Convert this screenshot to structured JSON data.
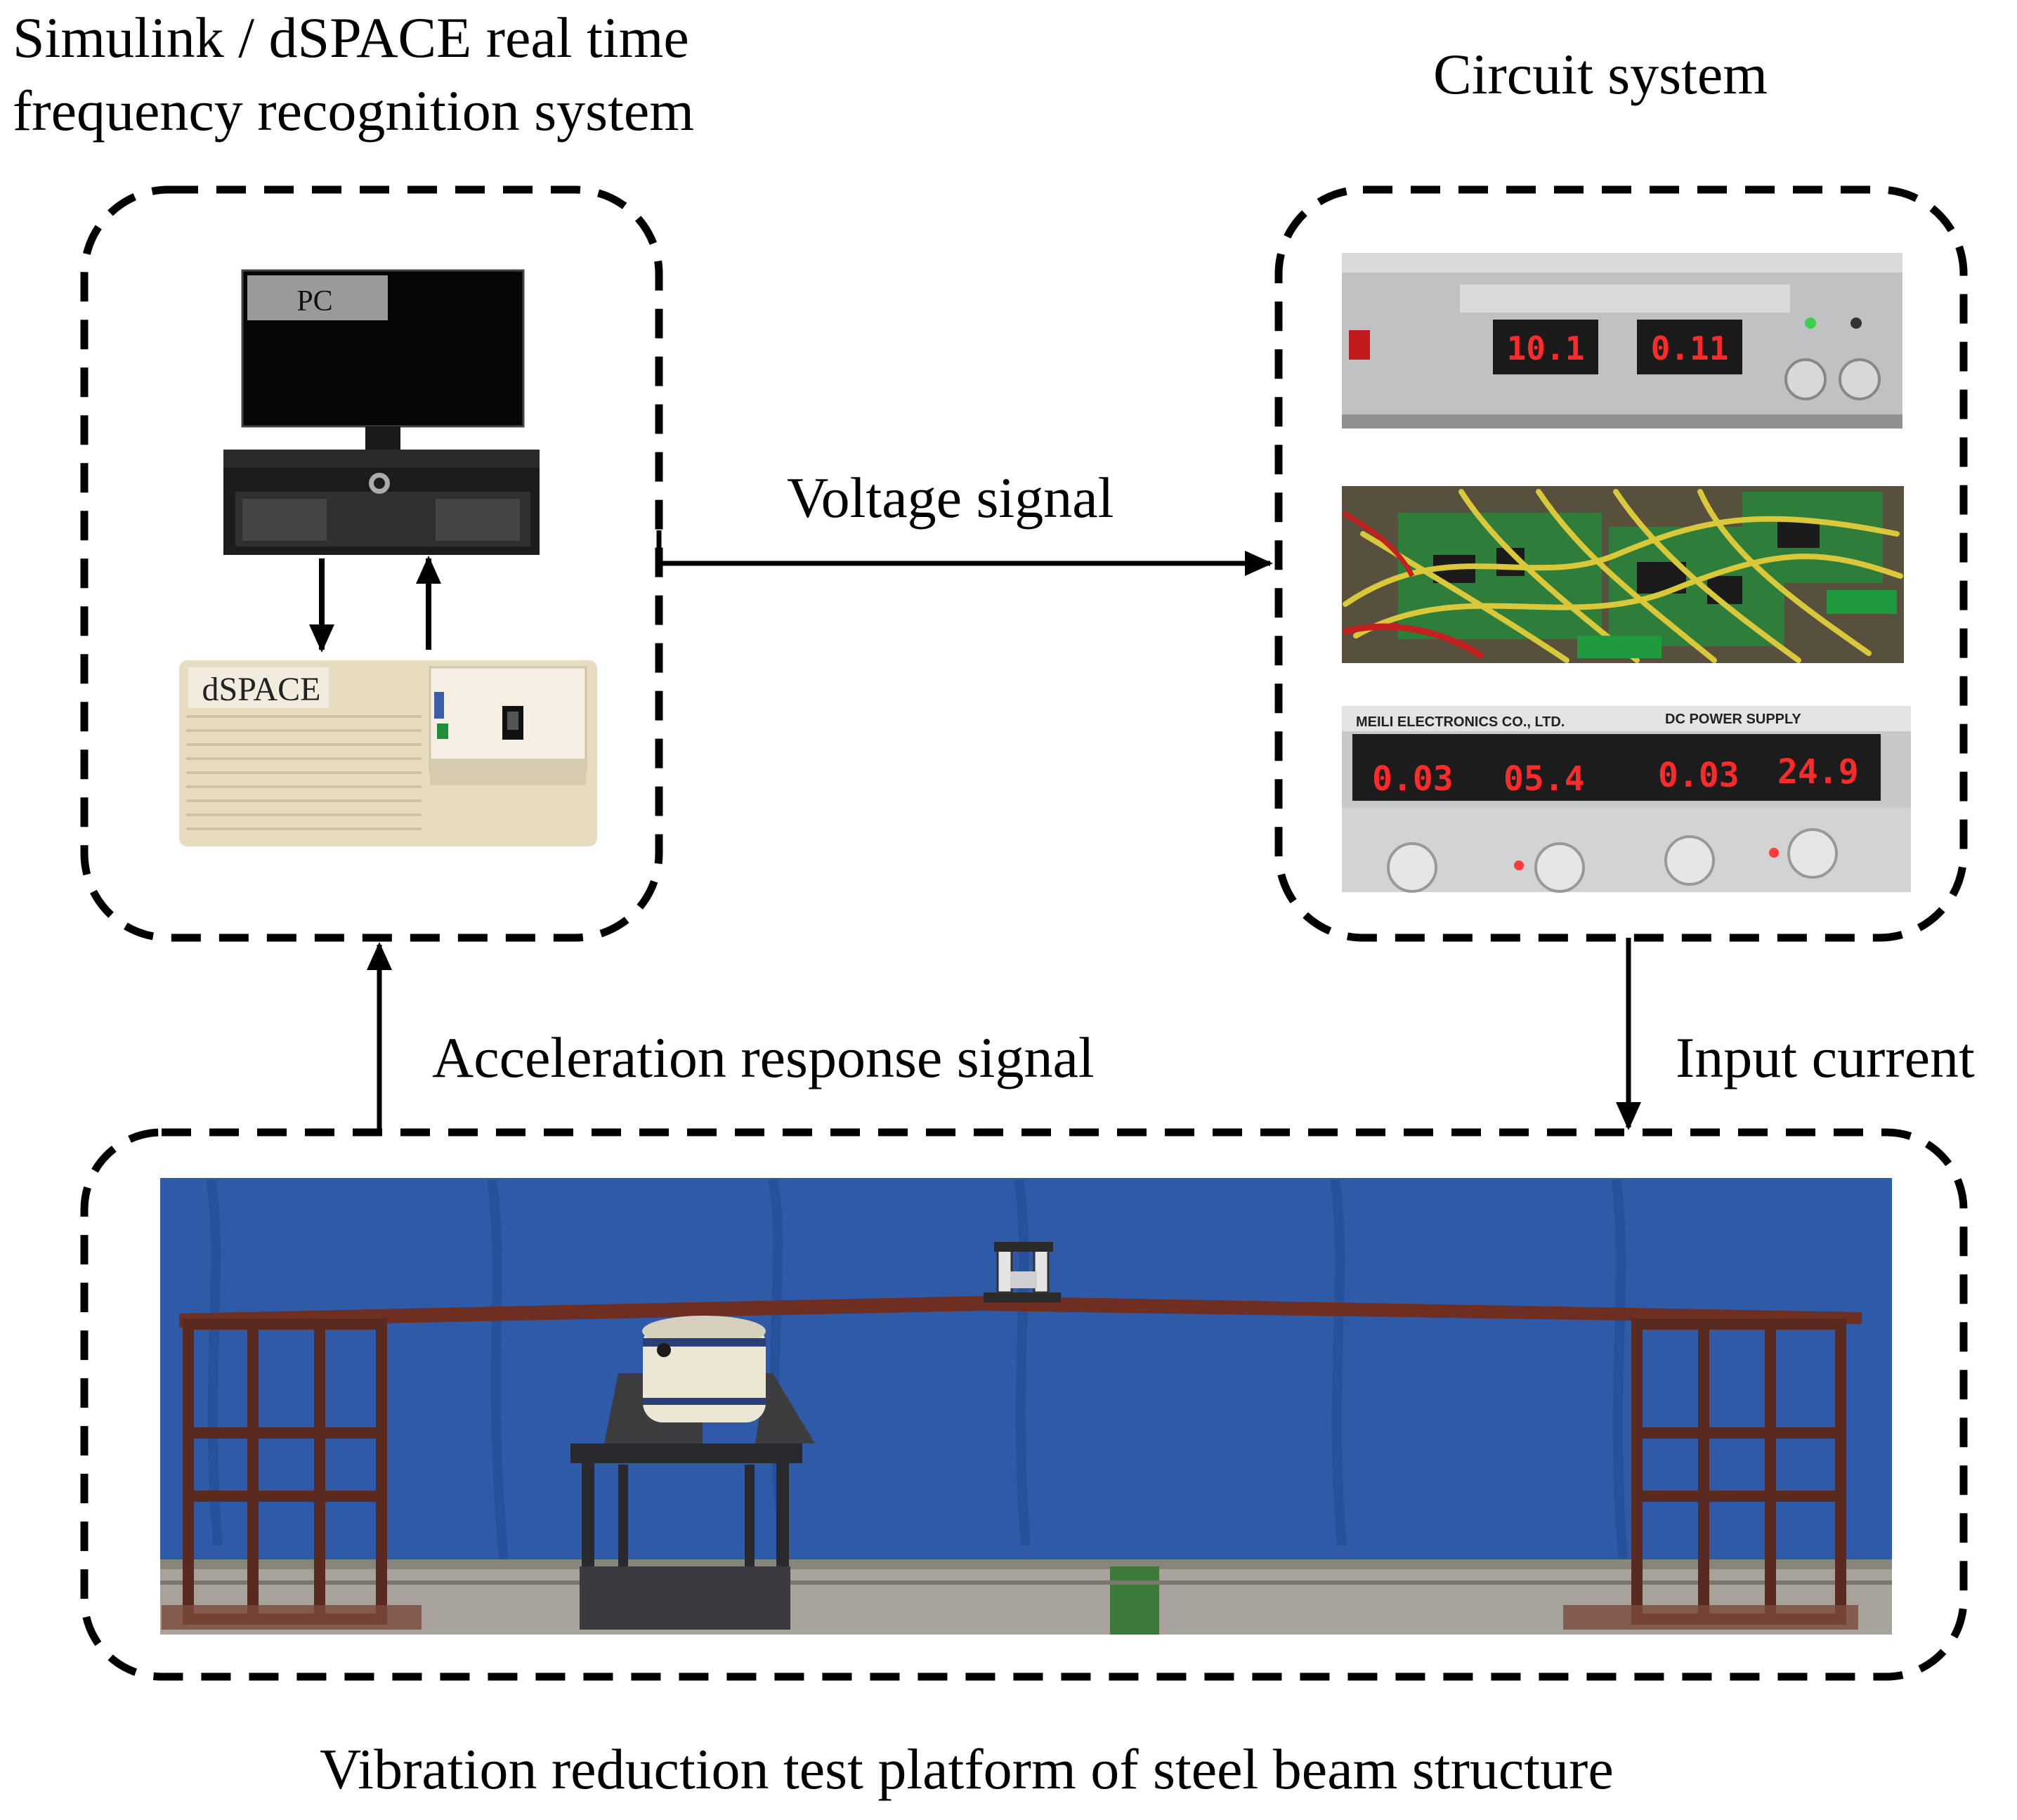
{
  "labels": {
    "dspace_system_title_line1": "Simulink / dSPACE real time",
    "dspace_system_title_line2": "frequency recognition system",
    "circuit_system_title": "Circuit system",
    "voltage_signal": "Voltage signal",
    "acceleration_response_signal": "Acceleration response signal",
    "input_current": "Input current",
    "platform_caption": "Vibration reduction test platform of steel beam structure"
  },
  "devices": {
    "pc_tag": "PC",
    "dspace_tag": "dSPACE",
    "power_supply_top": {
      "display_left": "10.1",
      "display_right": "0.11"
    },
    "power_supply_bottom": {
      "brand": "MEILI ELECTRONICS CO., LTD.",
      "model": "DC POWER SUPPLY",
      "readouts": [
        "0.03",
        "05.4",
        "0.03",
        "24.9"
      ]
    }
  },
  "colors": {
    "frame": "#000000",
    "arrow": "#000000",
    "backdrop_blue": "#2f5aa8",
    "steel_rust": "#6e2e22",
    "lcd_red": "#ff2a2a",
    "dspace_beige": "#e8dcc0",
    "pcb_green": "#2e7d3a",
    "wire_yellow": "#d8c83a"
  }
}
